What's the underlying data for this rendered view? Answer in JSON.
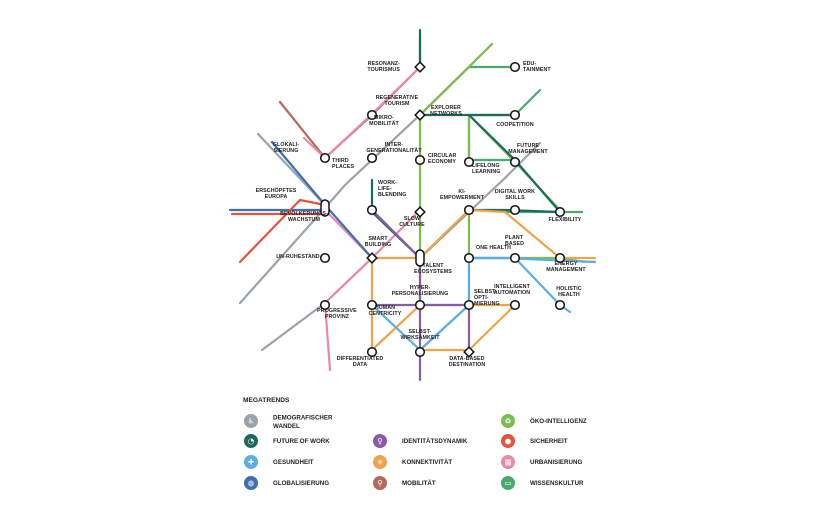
{
  "legend": {
    "title": "MEGATRENDS",
    "items": [
      {
        "label": [
          "DEMOGRAFISCHER",
          "WANDEL"
        ],
        "color": "#9aa3ab",
        "icon": "person-cane-icon",
        "glyph": "♿"
      },
      {
        "label": [
          "FUTURE OF WORK"
        ],
        "color": "#1b6b5d",
        "icon": "work-arc-icon",
        "glyph": "◔"
      },
      {
        "label": [
          "GESUNDHEIT"
        ],
        "color": "#5aaee2",
        "icon": "health-gear-icon",
        "glyph": "✚"
      },
      {
        "label": [
          "GLOBALISIERUNG"
        ],
        "color": "#3f6fb3",
        "icon": "globe-icon",
        "glyph": "◍"
      },
      {
        "label": [
          "IDENTITÄTSDYNAMIK"
        ],
        "color": "#8a5aaa",
        "icon": "identity-icon",
        "glyph": "♀"
      },
      {
        "label": [
          "KONNEKTIVITÄT"
        ],
        "color": "#f0a24a",
        "icon": "network-icon",
        "glyph": "✳"
      },
      {
        "label": [
          "MOBILITÄT"
        ],
        "color": "#b46a5b",
        "icon": "bicycle-icon",
        "glyph": "⚲"
      },
      {
        "label": [
          "ÖKO-INTELLIGENZ"
        ],
        "color": "#7dbd52",
        "icon": "recycle-icon",
        "glyph": "♻"
      },
      {
        "label": [
          "SICHERHEIT"
        ],
        "color": "#e4533d",
        "icon": "lock-icon",
        "glyph": "●"
      },
      {
        "label": [
          "URBANISIERUNG"
        ],
        "color": "#e889a8",
        "icon": "city-icon",
        "glyph": "▦"
      },
      {
        "label": [
          "WISSENSKULTUR"
        ],
        "color": "#4aa96e",
        "icon": "book-icon",
        "glyph": "▭"
      }
    ]
  },
  "stations": [
    {
      "id": "resonanz",
      "label": [
        "RESONANZ-",
        "TOURISMUS"
      ]
    },
    {
      "id": "edutainment",
      "label": [
        "EDU-",
        "TAINMENT"
      ]
    },
    {
      "id": "regenerative",
      "label": [
        "REGENERATIVE",
        "TOURISM"
      ]
    },
    {
      "id": "explorer",
      "label": [
        "EXPLORER",
        "NETWORKS"
      ]
    },
    {
      "id": "mikro",
      "label": [
        "MIKRO-",
        "MOBILITÄT"
      ]
    },
    {
      "id": "coopetition",
      "label": [
        "COOPETITION"
      ]
    },
    {
      "id": "glokal",
      "label": [
        "GLOKALI-",
        "SIERUNG"
      ]
    },
    {
      "id": "inter",
      "label": [
        "INTER-",
        "GENERATIONALITÄT"
      ]
    },
    {
      "id": "third",
      "label": [
        "THIRD",
        "PLACES"
      ]
    },
    {
      "id": "circular",
      "label": [
        "CIRCULAR",
        "ECONOMY"
      ]
    },
    {
      "id": "lifelong",
      "label": [
        "LIFELONG",
        "LEARNING"
      ]
    },
    {
      "id": "future",
      "label": [
        "FUTURE",
        "MANAGEMENT"
      ]
    },
    {
      "id": "erschoepft",
      "label": [
        "ERSCHÖPFTES",
        "EUROPA"
      ]
    },
    {
      "id": "bevoelkerung",
      "label": [
        "BEVÖLKERUNGS-",
        "WACHSTUM"
      ]
    },
    {
      "id": "worklife",
      "label": [
        "WORK-",
        "LIFE-",
        "BLENDING"
      ]
    },
    {
      "id": "ki",
      "label": [
        "KI-",
        "EMPOWERMENT"
      ]
    },
    {
      "id": "digital",
      "label": [
        "DIGITAL WORK",
        "SKILLS"
      ]
    },
    {
      "id": "flexibility",
      "label": [
        "FLEXIBILITY"
      ]
    },
    {
      "id": "slow",
      "label": [
        "SLOW",
        "CULTURE"
      ]
    },
    {
      "id": "smart",
      "label": [
        "SMART",
        "BUILDING"
      ]
    },
    {
      "id": "onehealth",
      "label": [
        "ONE HEALTH"
      ]
    },
    {
      "id": "plant",
      "label": [
        "PLANT",
        "BASED"
      ]
    },
    {
      "id": "unruhe",
      "label": [
        "UN-RUHESTAND"
      ]
    },
    {
      "id": "talent",
      "label": [
        "TALENT",
        "ECOSYSTEMS"
      ]
    },
    {
      "id": "energy",
      "label": [
        "ENERGY",
        "MANAGEMENT"
      ]
    },
    {
      "id": "holistic",
      "label": [
        "HOLISTIC",
        "HEALTH"
      ]
    },
    {
      "id": "hyper",
      "label": [
        "HYPER-",
        "PERSONALISIERUNG"
      ]
    },
    {
      "id": "intelligent",
      "label": [
        "INTELLIGENT",
        "AUTOMATION"
      ]
    },
    {
      "id": "progressive",
      "label": [
        "PROGRESSIVE",
        "PROVINZ"
      ]
    },
    {
      "id": "human",
      "label": [
        "HUMAN",
        "CENTRICITY"
      ]
    },
    {
      "id": "selbstopt",
      "label": [
        "SELBST-",
        "OPTI-",
        "MIERUNG"
      ]
    },
    {
      "id": "selbstwirk",
      "label": [
        "SELBST-",
        "WIRKSAMKEIT"
      ]
    },
    {
      "id": "differentiated",
      "label": [
        "DIFFERENTIATED",
        "DATA"
      ]
    },
    {
      "id": "databased",
      "label": [
        "DATA-BASED",
        "DESTINATION"
      ]
    }
  ]
}
